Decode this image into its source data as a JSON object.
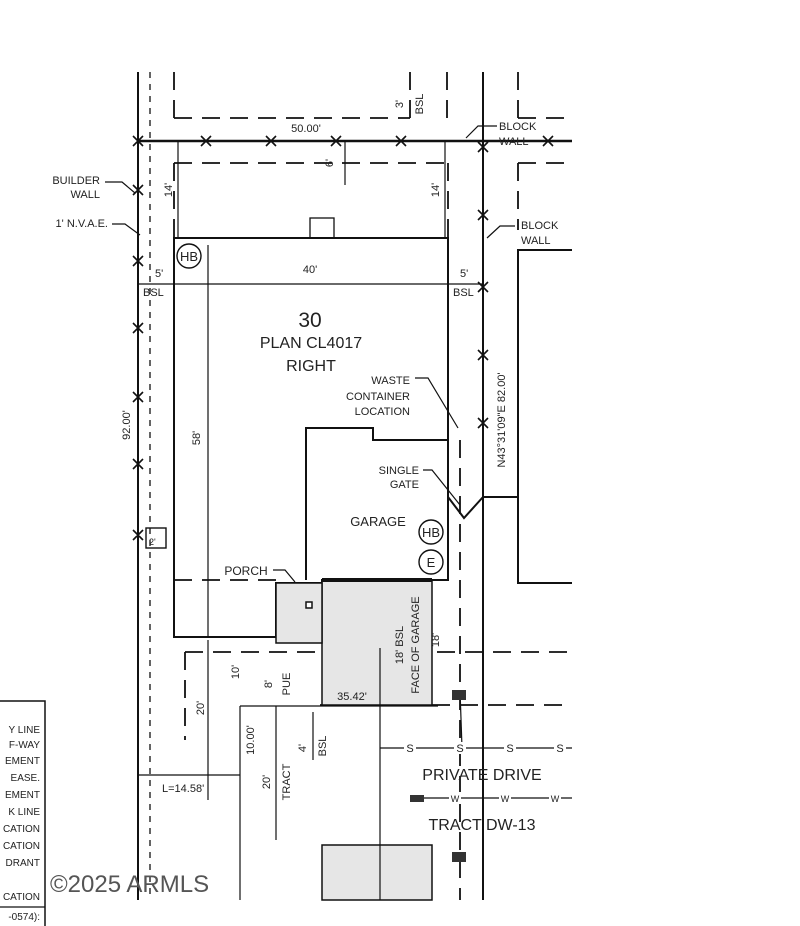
{
  "lot": {
    "number": "30",
    "plan": "PLAN CL4017",
    "orientation": "RIGHT"
  },
  "dimensions": {
    "lot_width": "50.00'",
    "house_width": "40'",
    "house_depth": "58'",
    "lot_depth": "92.00'",
    "rear_setback_left": "14'",
    "rear_setback_right": "14'",
    "rear_offset": "6'",
    "top_bsl": "3'",
    "top_bsl_label": "BSL",
    "side_left": "5'",
    "side_right": "5'",
    "bsl": "BSL",
    "bearing": "N43°31'09\"E 82.00'",
    "driveway_width": "35.42'",
    "garage_bsl": "18' BSL",
    "face_of_garage": "FACE OF GARAGE",
    "garage_depth": "18'",
    "pue_depth": "8'",
    "pue": "PUE",
    "ten": "10'",
    "twenty": "20'",
    "tract_offset": "10.00'",
    "tract_width": "20'",
    "tract": "TRACT",
    "front_bsl": "4'",
    "arc_length": "L=14.58'",
    "small_box": "2'"
  },
  "labels": {
    "builder_wall": [
      "BUILDER",
      "WALL"
    ],
    "nvae": "1' N.V.A.E.",
    "block_wall": [
      "BLOCK",
      "WALL"
    ],
    "block_wall_2": [
      "BLOCK",
      "WALL"
    ],
    "waste": [
      "WASTE",
      "CONTAINER",
      "LOCATION"
    ],
    "gate": [
      "SINGLE",
      "GATE"
    ],
    "garage": "GARAGE",
    "porch": "PORCH",
    "hb": "HB",
    "e": "E",
    "private_drive": "PRIVATE DRIVE",
    "tract_dw": "TRACT DW-13",
    "sewer": "S",
    "water": "W"
  },
  "legend": [
    "Y LINE",
    "F-WAY",
    "EMENT",
    "EASE.",
    "EMENT",
    "K LINE",
    "CATION",
    "CATION",
    "DRANT",
    "",
    "CATION",
    "-0574):"
  ],
  "watermark": "©2025 ARMLS"
}
